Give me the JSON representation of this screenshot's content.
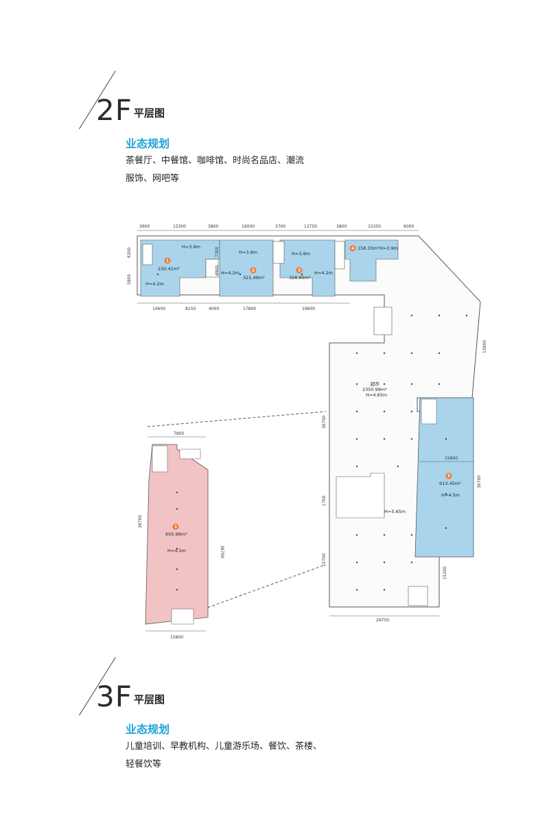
{
  "floor2": {
    "label": "2F",
    "sub": "平层图",
    "plan_title": "业态规划",
    "plan_desc_line1": "茶餐厅、中餐馆、咖啡馆、时尚名品店、潮流",
    "plan_desc_line2": "服饰、网吧等"
  },
  "floor3": {
    "label": "3F",
    "sub": "平层图",
    "plan_title": "业态规划",
    "plan_desc_line1": "儿童培训、早教机构、儿童游乐场、餐饮、茶楼、",
    "plan_desc_line2": "轻餐饮等"
  },
  "plan": {
    "top_dims": [
      "3600",
      "15300",
      "3800",
      "16000",
      "3700",
      "13750",
      "3800",
      "15350",
      "6000"
    ],
    "bottom_dims": [
      "10600",
      "8150",
      "4000",
      "17800",
      "19600"
    ],
    "left_dims": [
      "6200",
      "5800"
    ],
    "mid_dims": [
      "7300",
      "4900"
    ],
    "right_dims": [
      "15800",
      "36700",
      "15200"
    ],
    "market_left_dims": [
      "36700",
      "1700",
      "22700"
    ],
    "market_bottom_dim": "29750",
    "inner_dim": "15800",
    "detail_top_dim": "7800",
    "detail_bottom_dim": "15800",
    "detail_left_dim": "36700",
    "detail_right_dim": "36700",
    "rooms": [
      {
        "no": "1",
        "area": "230.41m²",
        "h1": "H=3.9m",
        "h2": "H=4.2m"
      },
      {
        "no": "2",
        "area": "321.49m²",
        "h1": "H=3.9m",
        "h2": "H=4.2m"
      },
      {
        "no": "3",
        "area": "328.85m²",
        "h1": "H=3.9m",
        "h2": "H=4.2m"
      },
      {
        "no": "4",
        "area": "158.33m²",
        "h1": "H=3.9m",
        "h2": ""
      }
    ],
    "market": {
      "name": "超市",
      "area": "2350.99m²",
      "height": "H=4.65m"
    },
    "unit5": {
      "no": "5",
      "area": "613.45m²",
      "height": "H=4.5m"
    },
    "atrium_height": "H=5.65m",
    "detail": {
      "no": "1",
      "area": "605.98m²",
      "height": "H=4.5m"
    },
    "colors": {
      "blue": "#a9d4ec",
      "pink": "#f2c3c5",
      "badge": "#f07a2e",
      "title": "#1ea4d4"
    }
  }
}
